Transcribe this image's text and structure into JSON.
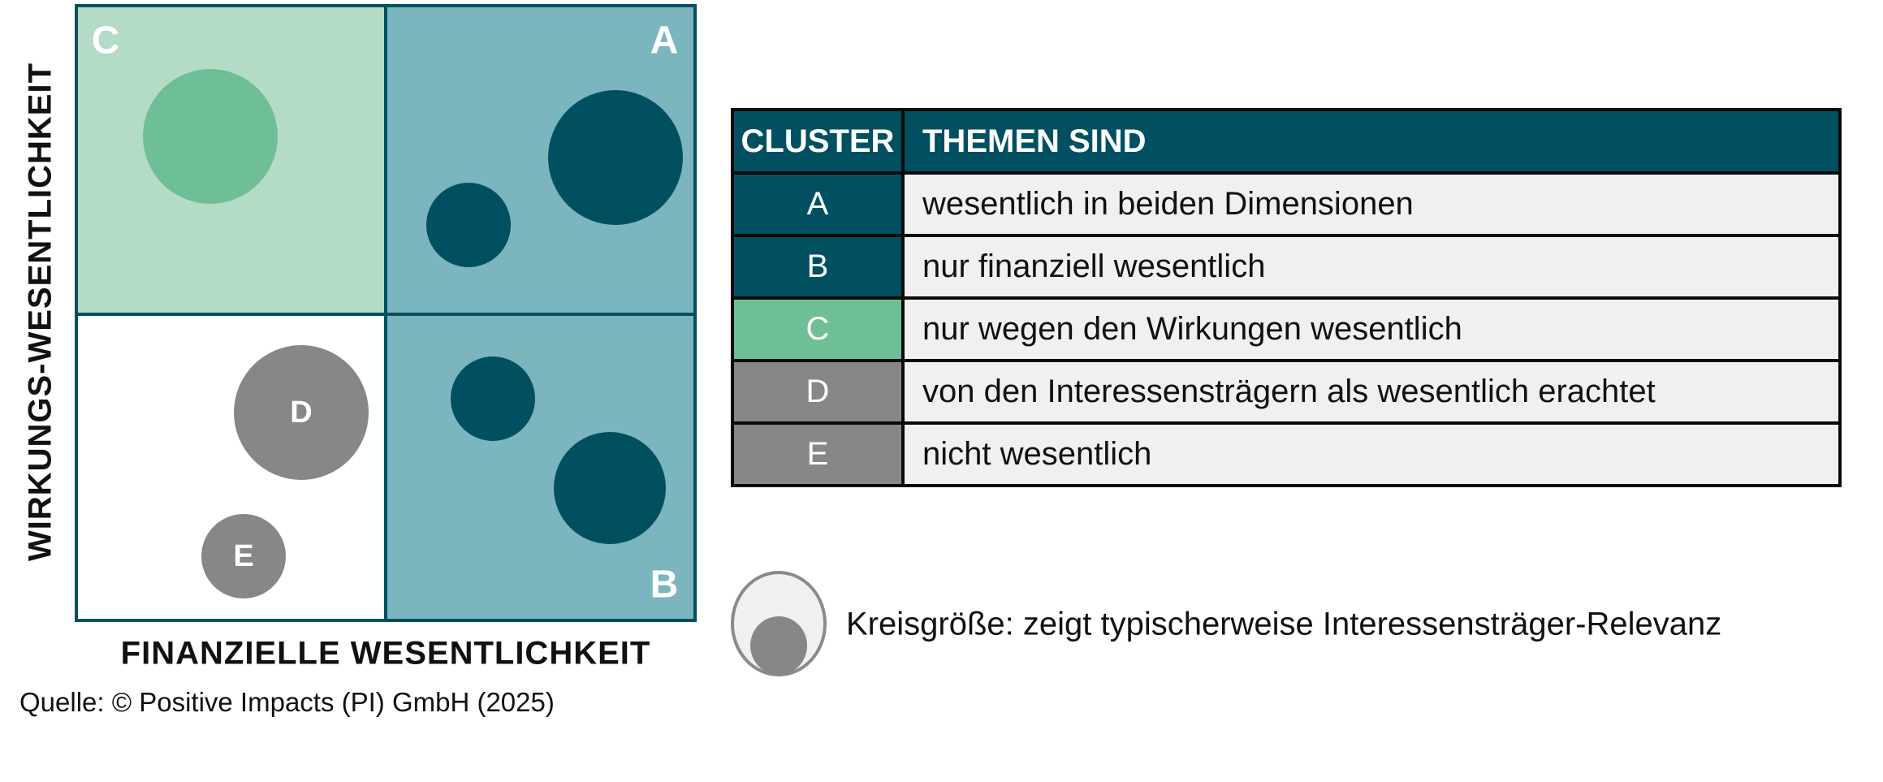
{
  "matrix": {
    "y_axis_label": "WIRKUNGS-WESENTLICHKEIT",
    "x_axis_label": "FINANZIELLE WESENTLICHKEIT",
    "quadrants": {
      "top_left": "C",
      "top_right": "A",
      "bottom_right": "B"
    },
    "bubbles": {
      "D": "D",
      "E": "E"
    }
  },
  "source": "Quelle: © Positive Impacts (PI) GmbH (2025)",
  "table": {
    "headers": [
      "CLUSTER",
      "THEMEN SIND"
    ],
    "rows": [
      {
        "cluster": "A",
        "text": "wesentlich in beiden Dimensionen",
        "color": "#005062"
      },
      {
        "cluster": "B",
        "text": "nur finanziell wesentlich",
        "color": "#005062"
      },
      {
        "cluster": "C",
        "text": "nur wegen den Wirkungen wesentlich",
        "color": "#6ebf96"
      },
      {
        "cluster": "D",
        "text": "von den Interessensträgern als wesentlich erachtet",
        "color": "#878787"
      },
      {
        "cluster": "E",
        "text": "nicht wesentlich",
        "color": "#878787"
      }
    ]
  },
  "legend": {
    "text": "Kreisgröße: zeigt typischerweise Interessensträger-Relevanz"
  },
  "colors": {
    "dark_teal": "#005062",
    "light_teal": "#7bb5bd",
    "light_green": "#b4dbc5",
    "green": "#6ebf96",
    "gray": "#878787"
  }
}
